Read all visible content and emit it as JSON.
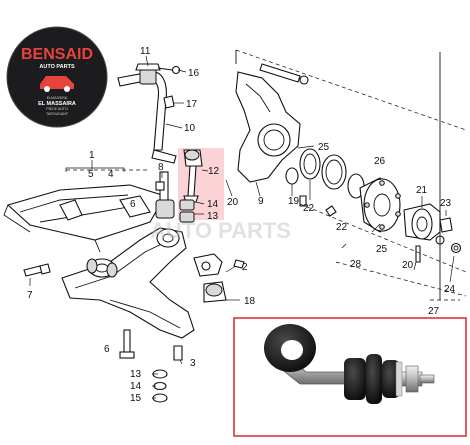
{
  "logo": {
    "brand": "BENSAID",
    "tagline": "AUTO PARTS",
    "address_lines": [
      "ELMASSIRA",
      "EL MASSAIRA",
      "PIECE AUTO",
      "TAROUDANT"
    ]
  },
  "watermark": {
    "text": "AUTO PARTS"
  },
  "highlight_color": "#f25c6a",
  "inset_border_color": "#e0242b",
  "callouts": [
    "11",
    "16",
    "17",
    "10",
    "1",
    "5",
    "4",
    "12",
    "8",
    "14",
    "13",
    "20",
    "9",
    "25",
    "19",
    "22",
    "6",
    "26",
    "21",
    "23",
    "25",
    "22",
    "28",
    "20",
    "24",
    "27",
    "2",
    "3",
    "18",
    "7",
    "6",
    "13",
    "14",
    "15"
  ]
}
